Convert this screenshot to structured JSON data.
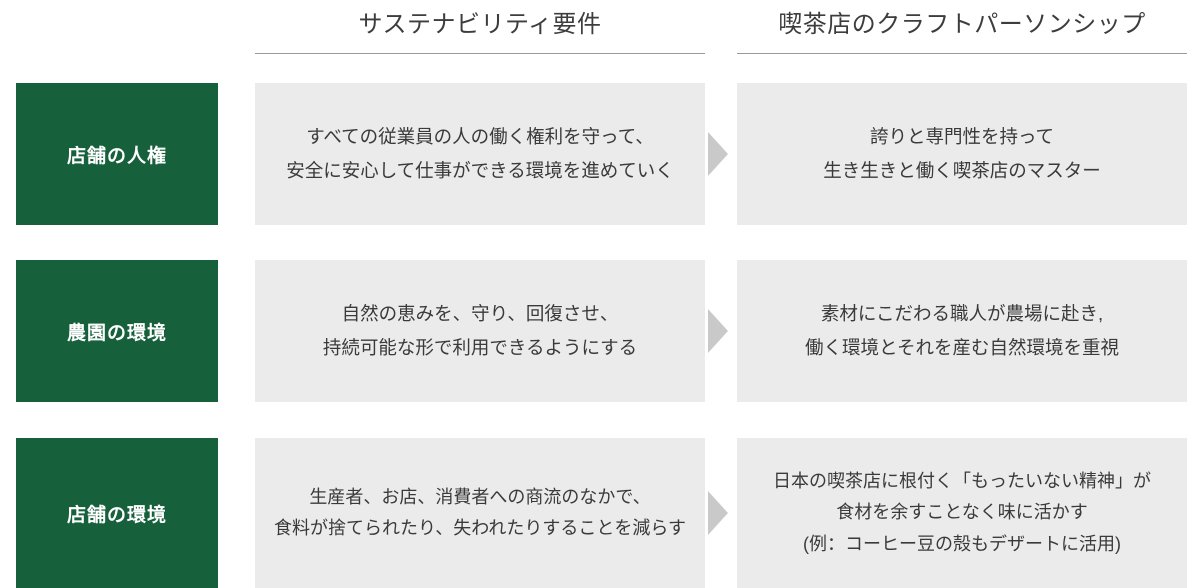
{
  "headers": [
    {
      "label": "サステナビリティ要件"
    },
    {
      "label": "喫茶店のクラフトパーソンシップ"
    }
  ],
  "colors": {
    "label_background": "#17603c",
    "label_text": "#ffffff",
    "box_background": "#ebebeb",
    "arrow": "#c9c9c9",
    "header_rule": "#9a9a9a"
  },
  "rows": [
    {
      "label": "店舗の人権",
      "requirement": {
        "lines": [
          "すべての従業員の人の働く権利を守って、",
          "安全に安心して仕事ができる環境を進めていく"
        ]
      },
      "craftpersonship": {
        "lines": [
          "誇りと専門性を持って",
          "生き生きと働く喫茶店のマスター"
        ]
      }
    },
    {
      "label": "農園の環境",
      "requirement": {
        "lines": [
          "自然の恵みを、守り、回復させ、",
          "持続可能な形で利用できるようにする"
        ]
      },
      "craftpersonship": {
        "lines": [
          "素材にこだわる職人が農場に赴き,",
          "働く環境とそれを産む自然環境を重視"
        ]
      }
    },
    {
      "label": "店舗の環境",
      "requirement": {
        "lines": [
          "生産者、お店、消費者への商流のなかで、",
          "食料が捨てられたり、失われたりすることを減らす"
        ]
      },
      "craftpersonship": {
        "lines": [
          "日本の喫茶店に根付く「もったいない精神」が",
          "食材を余すことなく味に活かす",
          "(例：コーヒー豆の殻もデザートに活用)"
        ]
      }
    }
  ]
}
